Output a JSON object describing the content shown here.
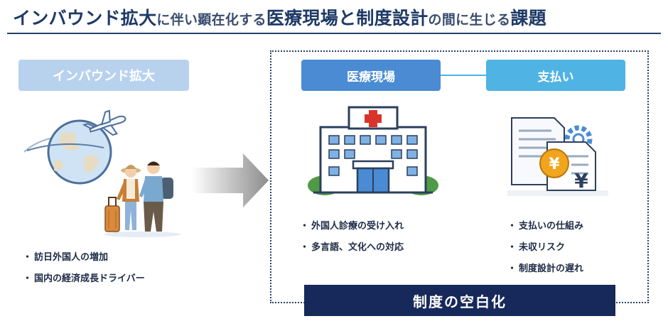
{
  "title": {
    "part1": "インバウンド拡大",
    "part2": "に伴い顕在化する",
    "part3": "医療現場と制度設計",
    "part4": "の間に生じる",
    "part5": "課題"
  },
  "left": {
    "heading": "インバウンド拡大",
    "bullets": [
      "訪日外国人の増加",
      "国内の経済成長ドライバー"
    ],
    "icons": [
      "globe-airplane-icon",
      "travelers-icon"
    ]
  },
  "medical": {
    "heading": "医療現場",
    "bullets": [
      "外国人診療の受け入れ",
      "多言語、文化への対応"
    ],
    "icon": "hospital-icon"
  },
  "payment": {
    "heading": "支払い",
    "bullets": [
      "支払いの仕組み",
      "未収リスク",
      "制度設計の遅れ"
    ],
    "icon": "invoice-yen-icon"
  },
  "banner": {
    "label": "制度の空白化"
  },
  "colors": {
    "navy": "#17295a",
    "medical_blue": "#4a8bd4",
    "payment_blue": "#4fb3e3",
    "left_pill": "#b8d2ee"
  }
}
